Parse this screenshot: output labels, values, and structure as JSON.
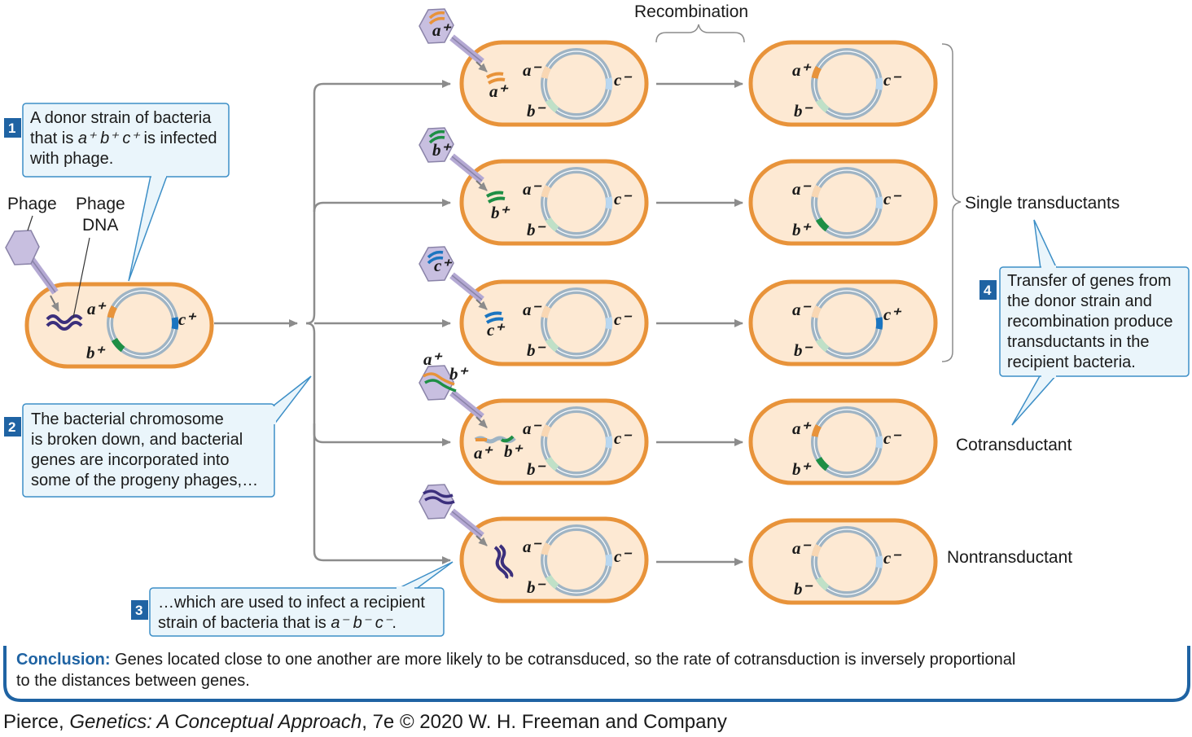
{
  "colors": {
    "cell_fill": "#fde9d3",
    "cell_stroke": "#e8933a",
    "chromosome": "#9fb4c4",
    "gene_a": "#e8933a",
    "gene_b": "#1e8f45",
    "gene_c": "#1b75c0",
    "phage_dna": "#3b2f7c",
    "phage_head": "#c8bfe0",
    "callout_fill": "#eaf5fb",
    "callout_stroke": "#3d8fc7",
    "step_badge": "#1f63a3",
    "arrow": "#8c8c8c"
  },
  "labels": {
    "recombination": "Recombination",
    "phage": "Phage",
    "phage_dna_line1": "Phage",
    "phage_dna_line2": "DNA",
    "single_transductants": "Single transductants",
    "cotransductant": "Cotransductant",
    "nontransductant": "Nontransductant"
  },
  "steps": {
    "step1": {
      "number": "1",
      "line1": "A donor strain of bacteria",
      "line2_prefix": "that is ",
      "line2_genes": "a⁺ b⁺ c⁺",
      "line2_suffix": " is infected",
      "line3": "with phage."
    },
    "step2": {
      "number": "2",
      "lines": [
        "The bacterial chromosome",
        "is broken down, and bacterial",
        "genes are incorporated into",
        "some of the progeny phages,…"
      ]
    },
    "step3": {
      "number": "3",
      "line1": "…which are used to infect a recipient",
      "line2_prefix": "strain of bacteria that is ",
      "line2_genes": "a⁻ b⁻ c⁻",
      "line2_suffix": "."
    },
    "step4": {
      "number": "4",
      "lines": [
        "Transfer of genes from",
        "the donor strain and",
        "recombination produce",
        "transductants in the",
        "recipient bacteria."
      ]
    }
  },
  "genes": {
    "a_plus": "a⁺",
    "a_minus": "a⁻",
    "b_plus": "b⁺",
    "b_minus": "b⁻",
    "c_plus": "c⁺",
    "c_minus": "c⁻"
  },
  "conclusion": {
    "heading": "Conclusion:",
    "line1": " Genes located close to one another are more likely to be cotransduced, so the rate of cotransduction is inversely proportional",
    "line2": "to the distances between genes."
  },
  "credit": {
    "prefix": "Pierce, ",
    "title": "Genetics: A Conceptual Approach",
    "suffix": ", 7e © 2020 W. H. Freeman and Company"
  }
}
